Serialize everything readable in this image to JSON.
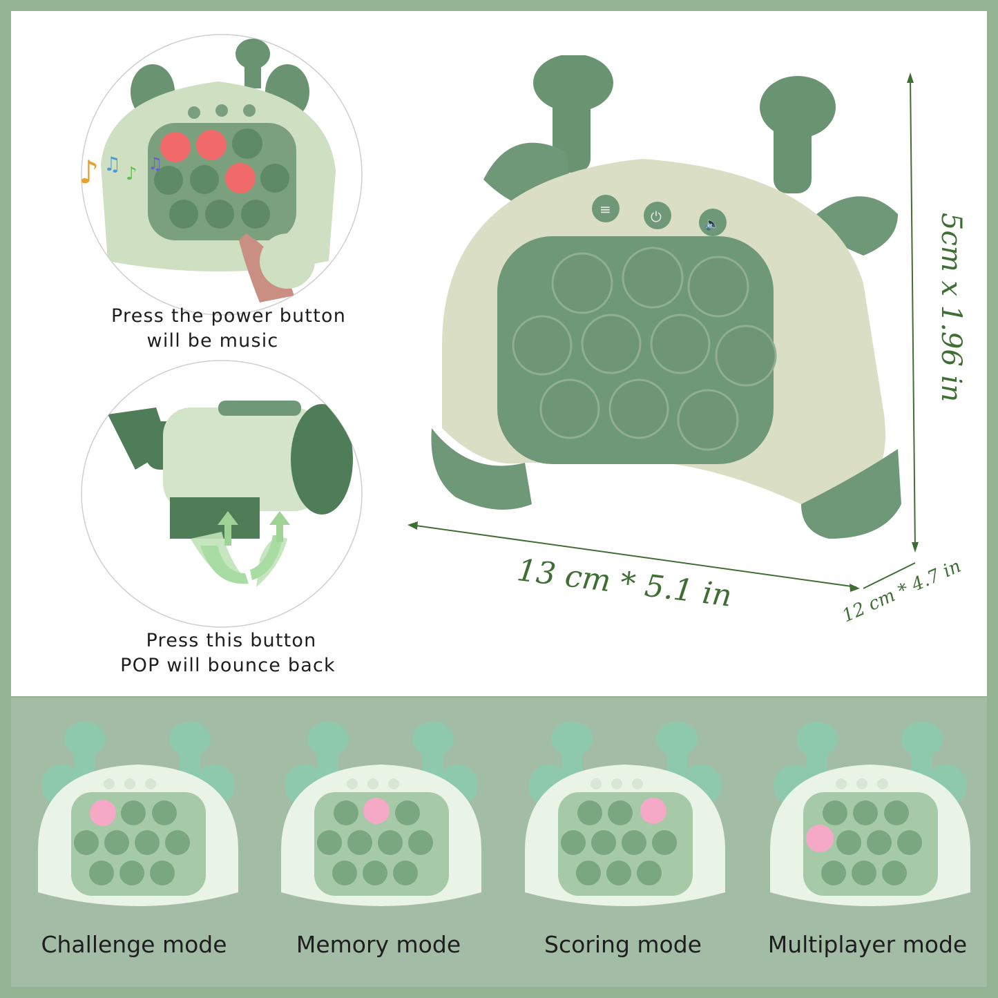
{
  "captions": {
    "power": [
      "Press the power button",
      "will be music"
    ],
    "bounce": [
      "Press this button",
      "POP will bounce back"
    ]
  },
  "dimensions": {
    "width": "13 cm * 5.1 in",
    "height": "5cm x 1.96 in",
    "depth": "12 cm * 4.7 in"
  },
  "modes": [
    "Challenge mode",
    "Memory mode",
    "Scoring mode",
    "Multiplayer mode"
  ],
  "colors": {
    "frame": "#93b393",
    "bottom_panel": "#a3bca6",
    "device_body": "#d9dec4",
    "device_green": "#6d9777",
    "bubble": "#6f9878",
    "lit_bubble_red": "#f06a6a",
    "lit_bubble_pink": "#f6a9c6",
    "dimension_text": "#3e6e33"
  },
  "icons": [
    "music-notes-icon",
    "menu-icon",
    "power-icon",
    "speaker-icon",
    "bounce-arrows-icon"
  ]
}
